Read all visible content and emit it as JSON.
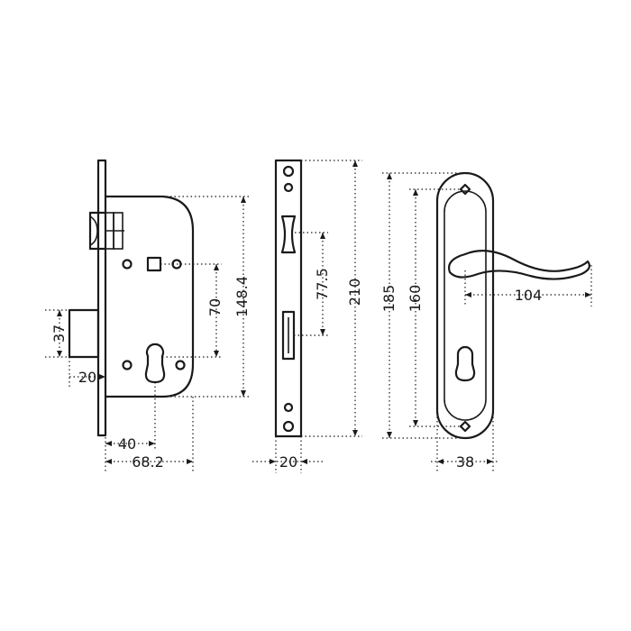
{
  "lock_body": {
    "dim_latch_height": "37",
    "dim_latch_depth": "20",
    "dim_backset": "40",
    "dim_body_width": "68.2",
    "dim_center_distance": "70",
    "dim_body_height": "148.4"
  },
  "faceplate": {
    "dim_slot_spacing": "77.5",
    "dim_plate_height": "210",
    "dim_plate_width": "20"
  },
  "handle_plate": {
    "dim_plate_height": "185",
    "dim_hole_spacing": "160",
    "dim_lever_length": "104",
    "dim_plate_width": "38"
  },
  "colors": {
    "line": "#1a1a1a",
    "background": "#ffffff"
  }
}
